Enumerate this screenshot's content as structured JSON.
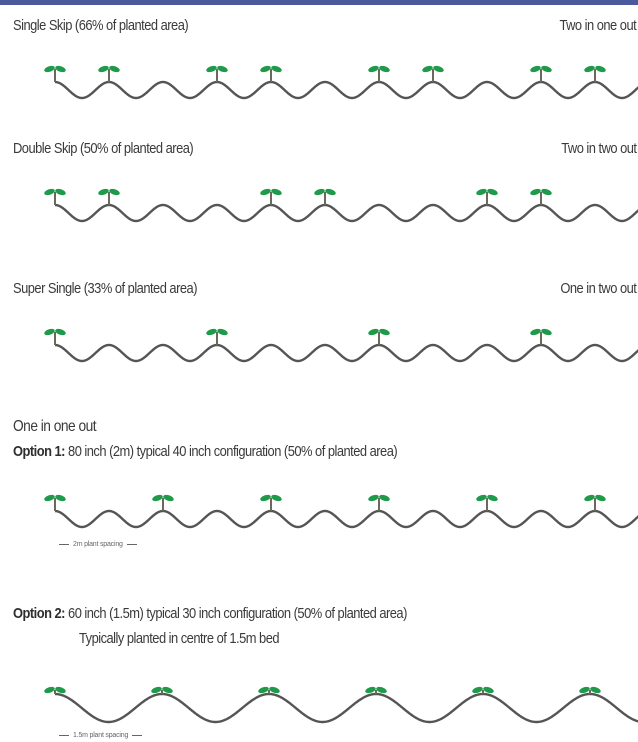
{
  "colors": {
    "header_bar": "#4a5a9c",
    "ground": "#555555",
    "stem": "#6a6a5a",
    "leaf": "#1f9a4a"
  },
  "rows": [
    {
      "label": "Single Skip (66% of planted area)",
      "pattern": "Two in one out"
    },
    {
      "label": "Double Skip (50% of planted area)",
      "pattern": "Two in two out"
    },
    {
      "label": "Super Single (33% of planted area)",
      "pattern": "One in two out"
    }
  ],
  "one_in_one_out": {
    "heading": "One in one out",
    "option1": {
      "label": "Option 1:",
      "text": " 80 inch (2m) typical 40 inch configuration (50% of planted area)",
      "spacing_note": "2m plant spacing"
    },
    "option2": {
      "label": "Option 2:",
      "text": " 60 inch (1.5m) typical 30 inch configuration (50% of planted area)",
      "subtext": "Typically planted in centre of 1.5m bed",
      "spacing_note": "1.5m plant spacing"
    }
  }
}
